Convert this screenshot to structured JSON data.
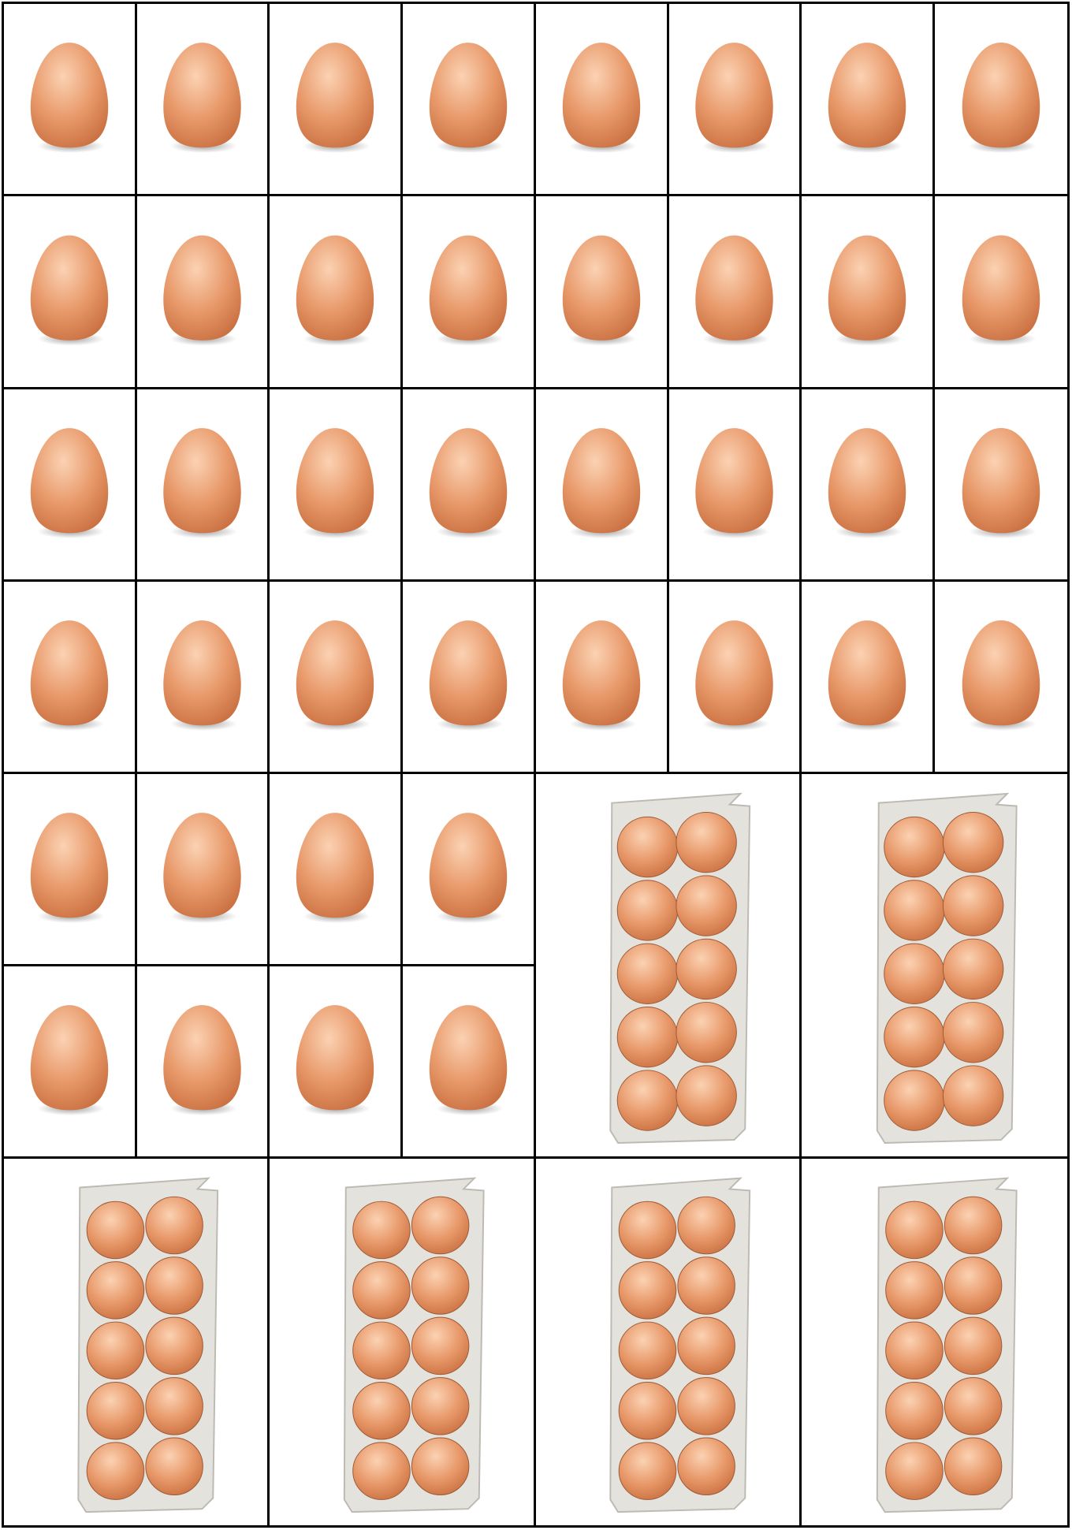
{
  "sheet": {
    "description_free": true,
    "single_egg_count": 40,
    "carton_count": 6,
    "eggs_per_carton": 10
  },
  "colors": {
    "egg": "#e8996a",
    "egg_highlight": "#fbd2b3",
    "egg_shadow": "#c96f40",
    "carton": "#e4e2dd",
    "grid_line": "#000000",
    "background": "#ffffff"
  }
}
